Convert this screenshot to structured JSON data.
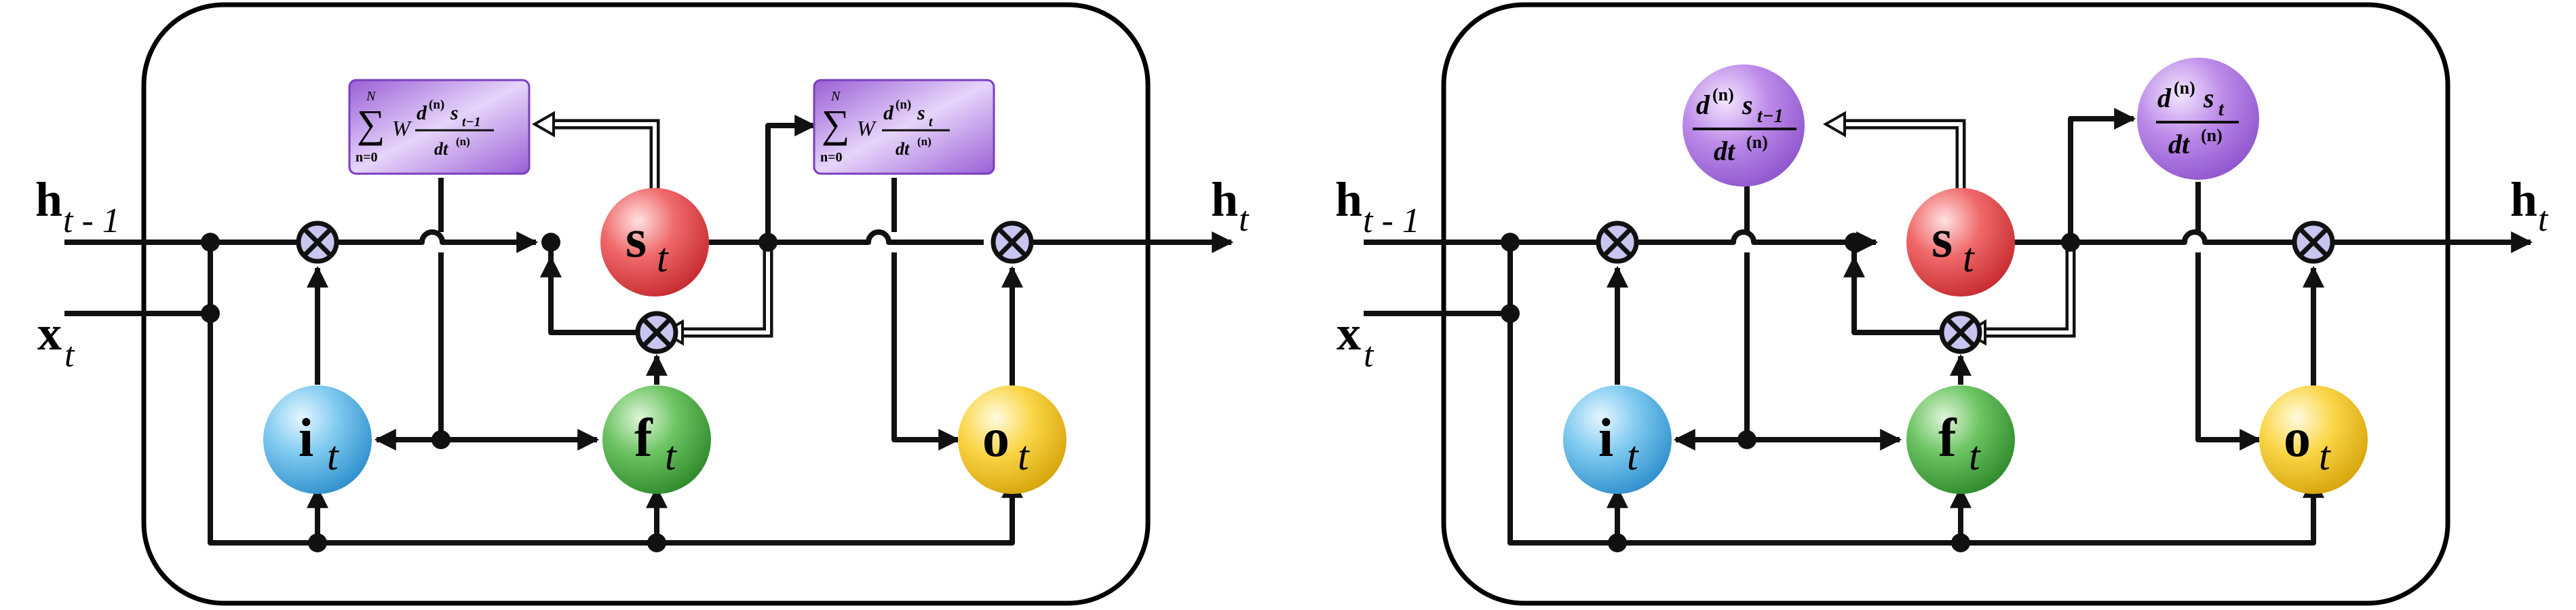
{
  "colors": {
    "input_gate": "#4fb0e0",
    "forget_gate": "#4ea74a",
    "output_gate": "#f0c419",
    "state": "#e44d4f",
    "operator_box": "#a56bdc",
    "multiply_node": "#c8c6f0",
    "line": "#111111"
  },
  "left": {
    "h_prev_main": "h",
    "h_prev_sub": "t - 1",
    "x_main": "x",
    "x_sub": "t",
    "h_out_main": "h",
    "h_out_sub": "t",
    "gate_i_main": "i",
    "gate_i_sub": "t",
    "gate_f_main": "f",
    "gate_f_sub": "t",
    "gate_o_main": "o",
    "gate_o_sub": "t",
    "state_main": "s",
    "state_sub": "t",
    "op1": {
      "sum_upper": "N",
      "sum_lower": "n=0",
      "weight": "W",
      "num_d": "d",
      "num_exp": "(n)",
      "num_var": "s",
      "num_sub": "t−1",
      "den": "dt",
      "den_exp": "(n)"
    },
    "op2": {
      "sum_upper": "N",
      "sum_lower": "n=0",
      "weight": "W",
      "num_d": "d",
      "num_exp": "(n)",
      "num_var": "s",
      "num_sub": "t",
      "den": "dt",
      "den_exp": "(n)"
    }
  },
  "right": {
    "h_prev_main": "h",
    "h_prev_sub": "t - 1",
    "x_main": "x",
    "x_sub": "t",
    "h_out_main": "h",
    "h_out_sub": "t",
    "gate_i_main": "i",
    "gate_i_sub": "t",
    "gate_f_main": "f",
    "gate_f_sub": "t",
    "gate_o_main": "o",
    "gate_o_sub": "t",
    "state_main": "s",
    "state_sub": "t",
    "op1": {
      "num_d": "d",
      "num_exp": "(n)",
      "num_var": "s",
      "num_sub": "t−1",
      "den": "dt",
      "den_exp": "(n)"
    },
    "op2": {
      "num_d": "d",
      "num_exp": "(n)",
      "num_var": "s",
      "num_sub": "t",
      "den": "dt",
      "den_exp": "(n)"
    }
  }
}
